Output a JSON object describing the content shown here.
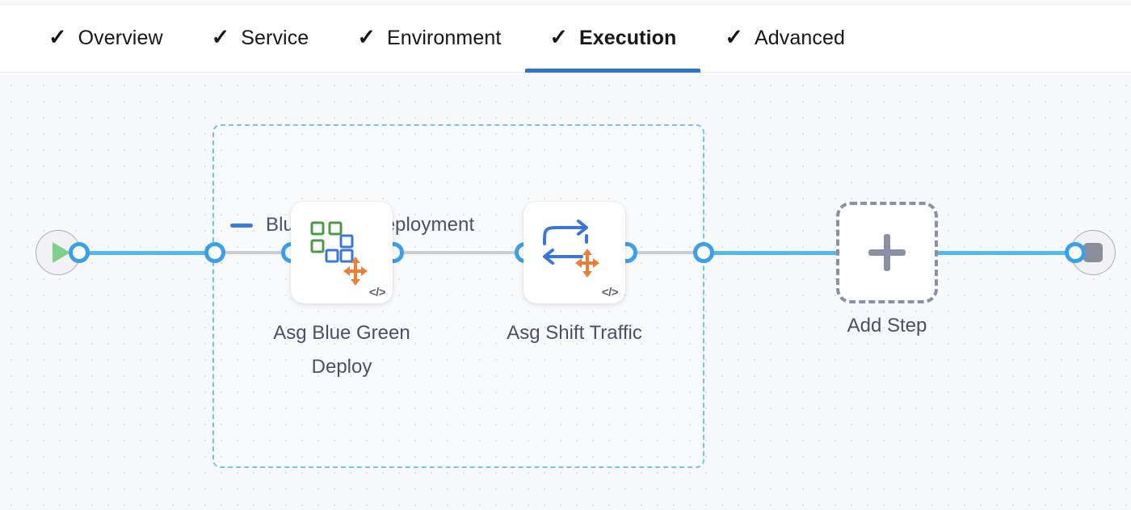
{
  "window": {
    "background_color": "#f8f9fc",
    "accent_color": "#2d73cc",
    "connector_color": "#55b9ee",
    "group_border_color": "#6fc5f0"
  },
  "tabs": [
    {
      "label": "Overview",
      "icon": "check-icon",
      "completed": true,
      "active": false
    },
    {
      "label": "Service",
      "icon": "check-icon",
      "completed": true,
      "active": false
    },
    {
      "label": "Environment",
      "icon": "check-icon",
      "completed": true,
      "active": false
    },
    {
      "label": "Execution",
      "icon": "check-icon",
      "completed": true,
      "active": true
    },
    {
      "label": "Advanced",
      "icon": "check-icon",
      "completed": true,
      "active": false
    }
  ],
  "check_glyph": "✓",
  "pipeline": {
    "start_node": {
      "icon": "play-icon",
      "name": "start"
    },
    "end_node": {
      "icon": "stop-icon",
      "name": "stop"
    },
    "group": {
      "title": "Blue Green Deployment",
      "collapse_icon": "minus-icon",
      "steps": [
        {
          "label": "Asg Blue Green Deploy",
          "icon": "asg-blue-green-deploy-icon",
          "badge": "</>"
        },
        {
          "label": "Asg Shift Traffic",
          "icon": "asg-shift-traffic-icon",
          "badge": "</>"
        }
      ]
    },
    "add_step": {
      "label": "Add Step",
      "icon": "plus-icon"
    }
  }
}
